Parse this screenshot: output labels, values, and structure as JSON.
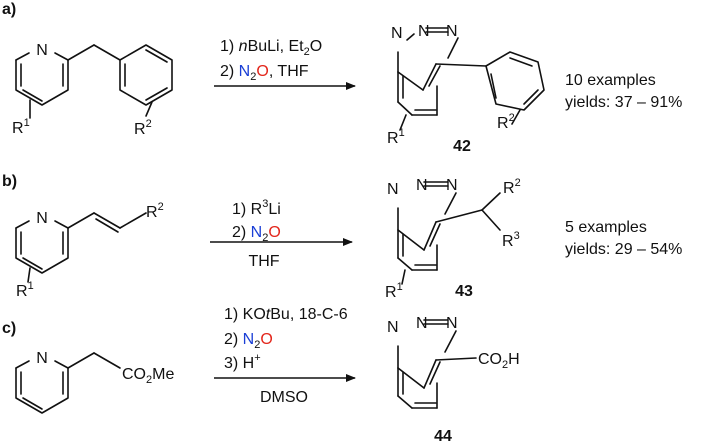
{
  "colors": {
    "ink": "#111111",
    "nitrogen": "#1a3fd6",
    "oxygen": "#e3261b"
  },
  "panels": {
    "a": {
      "label": "a)",
      "reagent1": {
        "prefix": "1) ",
        "italic": "n",
        "rest": "BuLi, Et",
        "sub": "2",
        "tail": "O"
      },
      "reagent2": {
        "prefix": "2) ",
        "n": "N",
        "sub": "2",
        "o": "O",
        "tail": ", THF"
      },
      "compound": "42",
      "examples": "10 examples",
      "yields": "yields: 37 – 91%"
    },
    "b": {
      "label": "b)",
      "reagent1": {
        "prefix": "1) R",
        "sup": "3",
        "tail": "Li"
      },
      "reagent2": {
        "prefix": "2) ",
        "n": "N",
        "sub": "2",
        "o": "O"
      },
      "solvent": "THF",
      "compound": "43",
      "examples": "5 examples",
      "yields": "yields: 29 – 54%"
    },
    "c": {
      "label": "c)",
      "reagent1": {
        "prefix": "1) KO",
        "italic": "t",
        "tail": "Bu, 18-C-6"
      },
      "reagent2": {
        "prefix": "2) ",
        "n": "N",
        "sub": "2",
        "o": "O"
      },
      "reagent3": {
        "prefix": "3) H",
        "sup": "+"
      },
      "solvent": "DMSO",
      "compound": "44"
    }
  },
  "atoms": {
    "N": "N",
    "R1": "R",
    "R1_sup": "1",
    "R2": "R",
    "R2_sup": "2",
    "R3": "R",
    "R3_sup": "3",
    "ester": "CO",
    "ester_sub": "2",
    "ester_tail": "Me",
    "acid": "CO",
    "acid_sub": "2",
    "acid_tail": "H"
  }
}
